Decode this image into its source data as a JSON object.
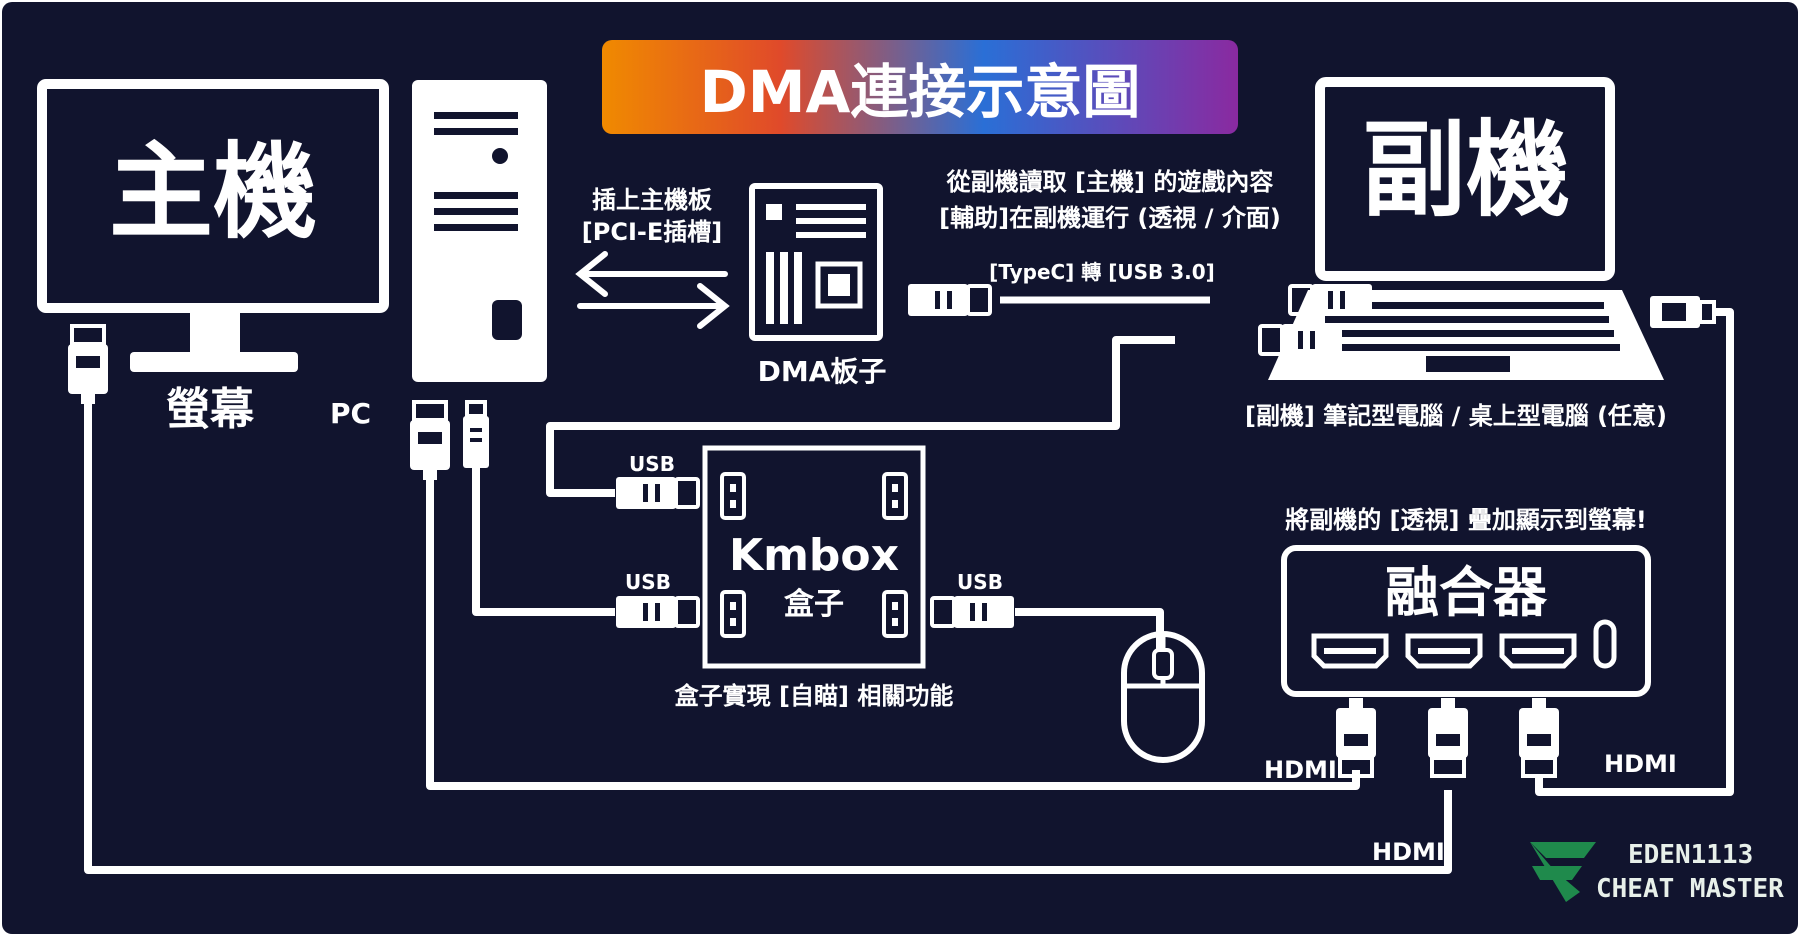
{
  "title": "DMA連接示意圖",
  "host": {
    "label": "主機",
    "monitor": "螢幕",
    "pc": "PC"
  },
  "dma": {
    "label": "DMA板子",
    "slot_line1": "插上主機板",
    "slot_line2": "[PCI-E插槽]",
    "typec": "[TypeC] 轉 [USB 3.0]"
  },
  "secondary": {
    "label": "副機",
    "desc_line1": "從副機讀取 [主機] 的遊戲內容",
    "desc_line2": "[輔助]在副機運行 (透視 / 介面)",
    "caption": "[副機] 筆記型電腦 / 桌上型電腦 (任意)"
  },
  "kmbox": {
    "name": "Kmbox",
    "sub": "盒子",
    "caption": "盒子實現 [自瞄] 相關功能",
    "usb": [
      "USB",
      "USB",
      "USB"
    ]
  },
  "fusion": {
    "name": "融合器",
    "caption": "將副機的 [透視] 疊加顯示到螢幕!"
  },
  "hdmi": [
    "HDMI",
    "HDMI",
    "HDMI"
  ],
  "brand": {
    "line1": "EDEN1113",
    "line2": "CHEAT MASTER"
  },
  "colors": {
    "background": "#11142e",
    "foreground": "#ffffff",
    "brand": "#1f8a4c"
  }
}
